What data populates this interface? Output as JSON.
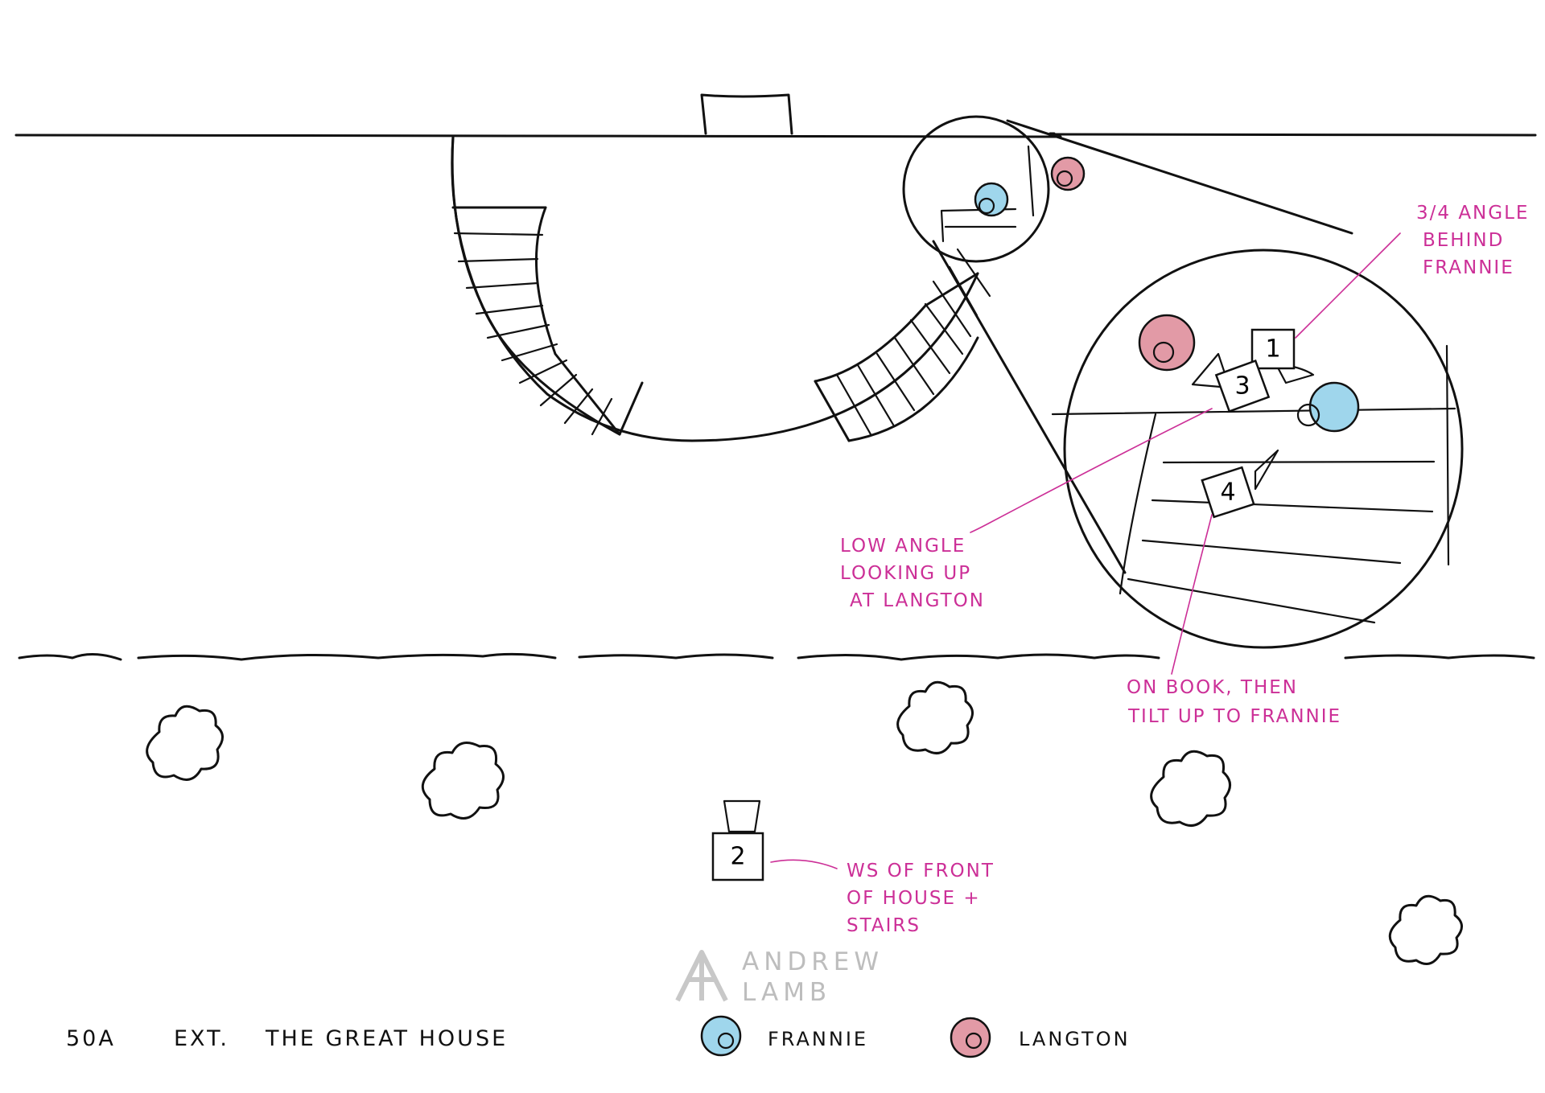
{
  "scene": {
    "slug": "50A",
    "int_ext": "EXT.",
    "location": "THE GREAT HOUSE"
  },
  "legend": [
    {
      "name": "FRANNIE",
      "color": "#9fd6ec"
    },
    {
      "name": "LANGTON",
      "color": "#e29aa6"
    }
  ],
  "cameras": [
    {
      "number": "1",
      "note": [
        "3/4 ANGLE",
        "BEHIND",
        "FRANNIE"
      ]
    },
    {
      "number": "2",
      "note": [
        "WS OF FRONT",
        "OF HOUSE +",
        "STAIRS"
      ]
    },
    {
      "number": "3",
      "note": [
        "LOW ANGLE",
        "LOOKING UP",
        "AT LANGTON"
      ]
    },
    {
      "number": "4",
      "note": [
        "ON BOOK, THEN",
        "TILT UP TO FRANNIE"
      ]
    }
  ],
  "watermark": {
    "line1": "ANDREW",
    "line2": "LAMB"
  },
  "colors": {
    "annotation": "#cc2f97",
    "frannie": "#9fd6ec",
    "langton": "#e29aa6",
    "ink": "#111111",
    "watermark": "#bdbdbd"
  }
}
